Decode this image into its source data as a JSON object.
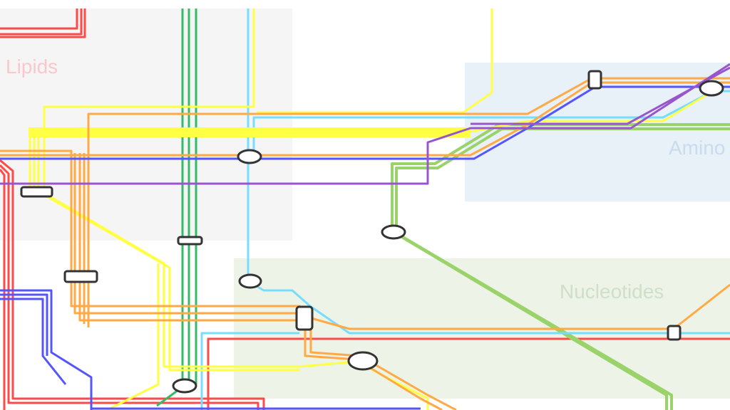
{
  "regions": [
    {
      "label": "Lipids",
      "fill": "#f5f5f5",
      "text_color": "#f8c8cc"
    },
    {
      "label": "Amino",
      "fill": "#e8f0f8",
      "text_color": "#c8dcf0"
    },
    {
      "label": "Nucleotides",
      "fill": "#edf3e6",
      "text_color": "#cfe0c8"
    }
  ],
  "line_colors": {
    "red": "#ff4a4a",
    "green": "#33bb66",
    "cyan": "#77ddff",
    "yellow": "#ffff44",
    "orange": "#ffaa44",
    "blue": "#5555ff",
    "purple": "#9955cc",
    "lightgreen": "#9ad36a"
  }
}
